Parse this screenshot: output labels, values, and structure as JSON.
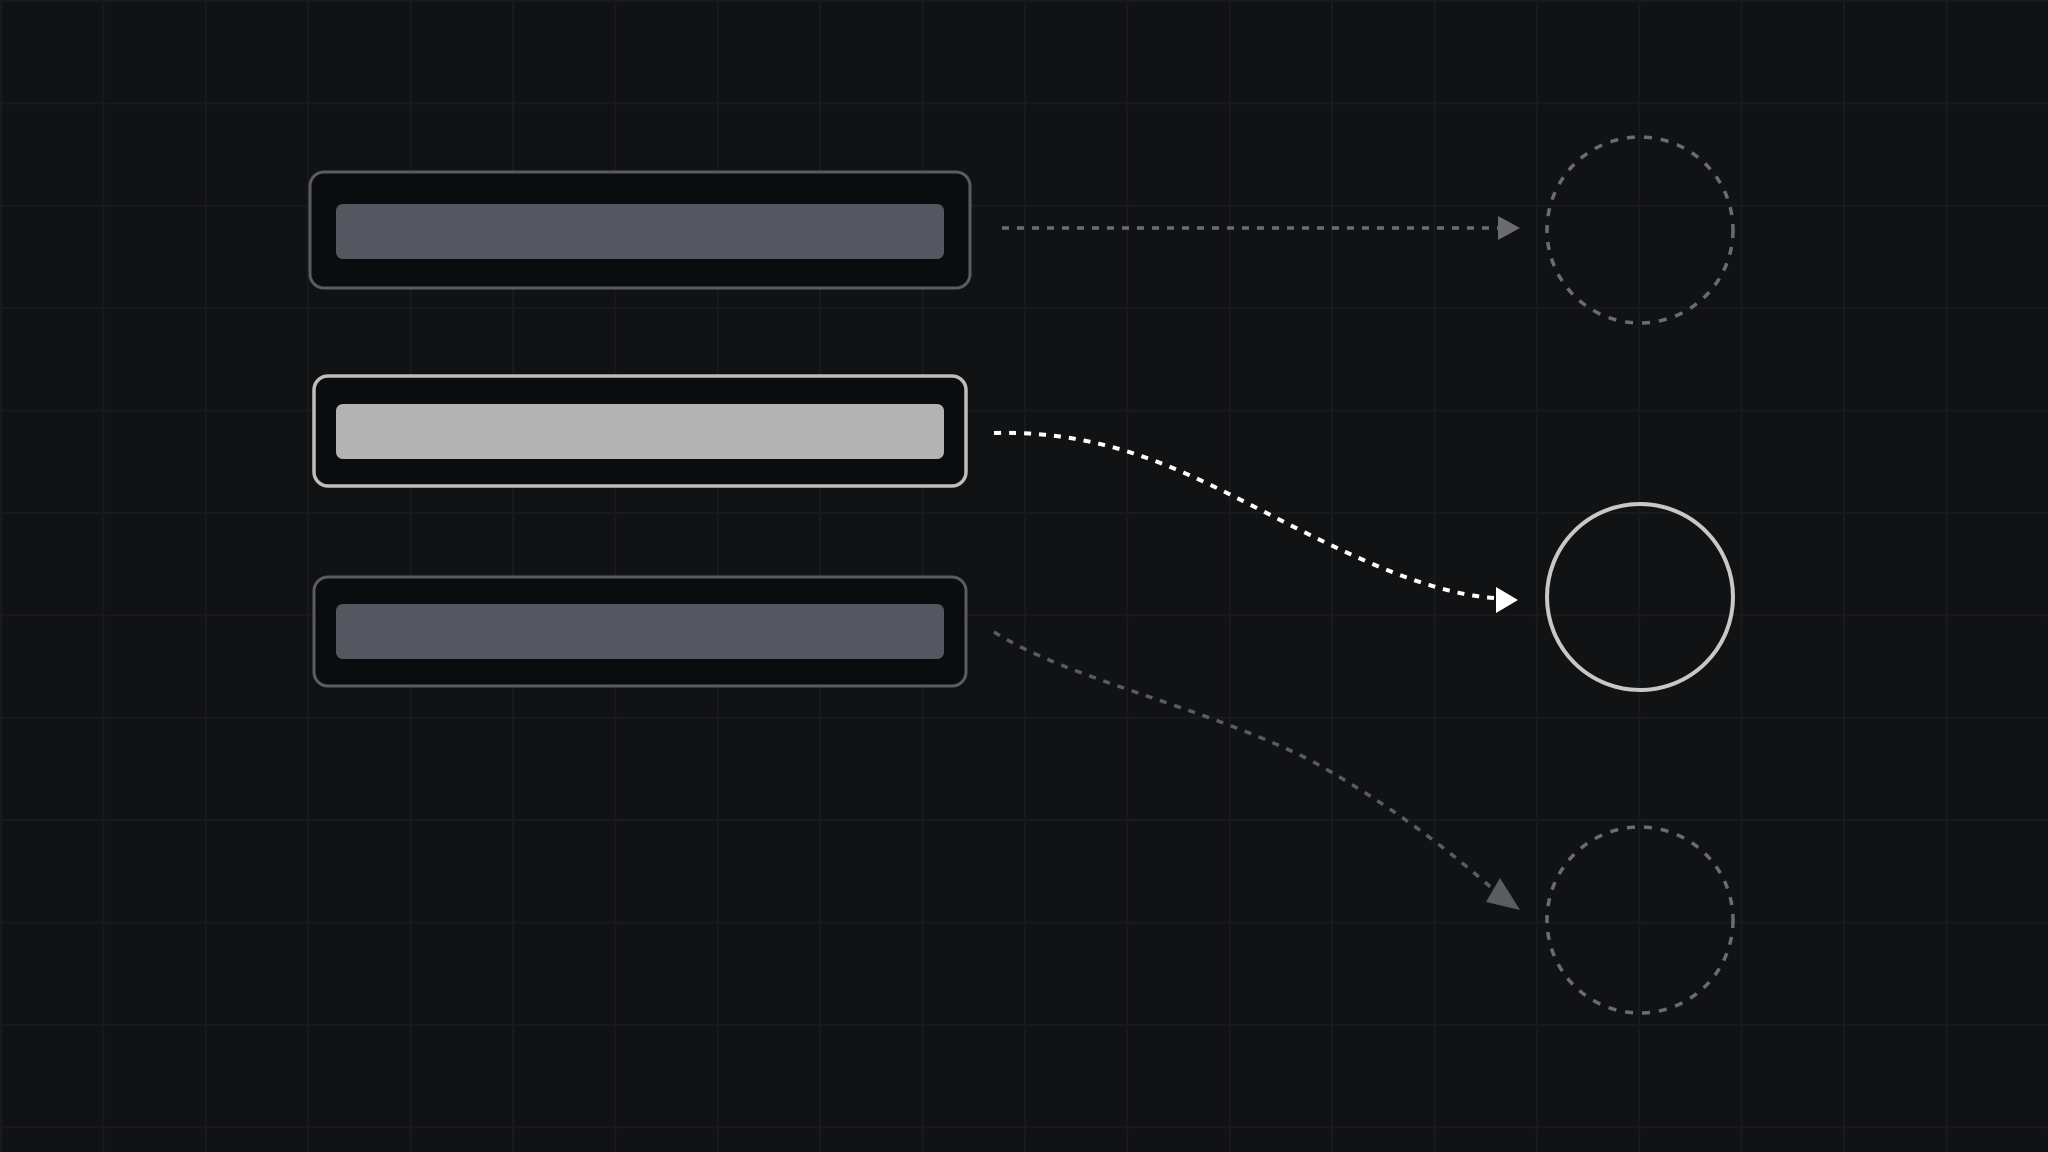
{
  "diagram": {
    "colors": {
      "background": "#111213",
      "grid": "#191a1c",
      "frame_inactive": "#5a5c62",
      "frame_active": "#bdbdbd",
      "bar_inactive": "#54575f",
      "bar_active": "#b3b3b3",
      "connector_inactive": "#6a6c72",
      "connector_active": "#ffffff",
      "target_inactive": "#6a6c72",
      "target_active": "#c8c8c8"
    },
    "items": [
      {
        "id": "item-1",
        "active": false,
        "target_style": "dashed"
      },
      {
        "id": "item-2",
        "active": true,
        "target_style": "solid"
      },
      {
        "id": "item-3",
        "active": false,
        "target_style": "dashed"
      }
    ]
  }
}
